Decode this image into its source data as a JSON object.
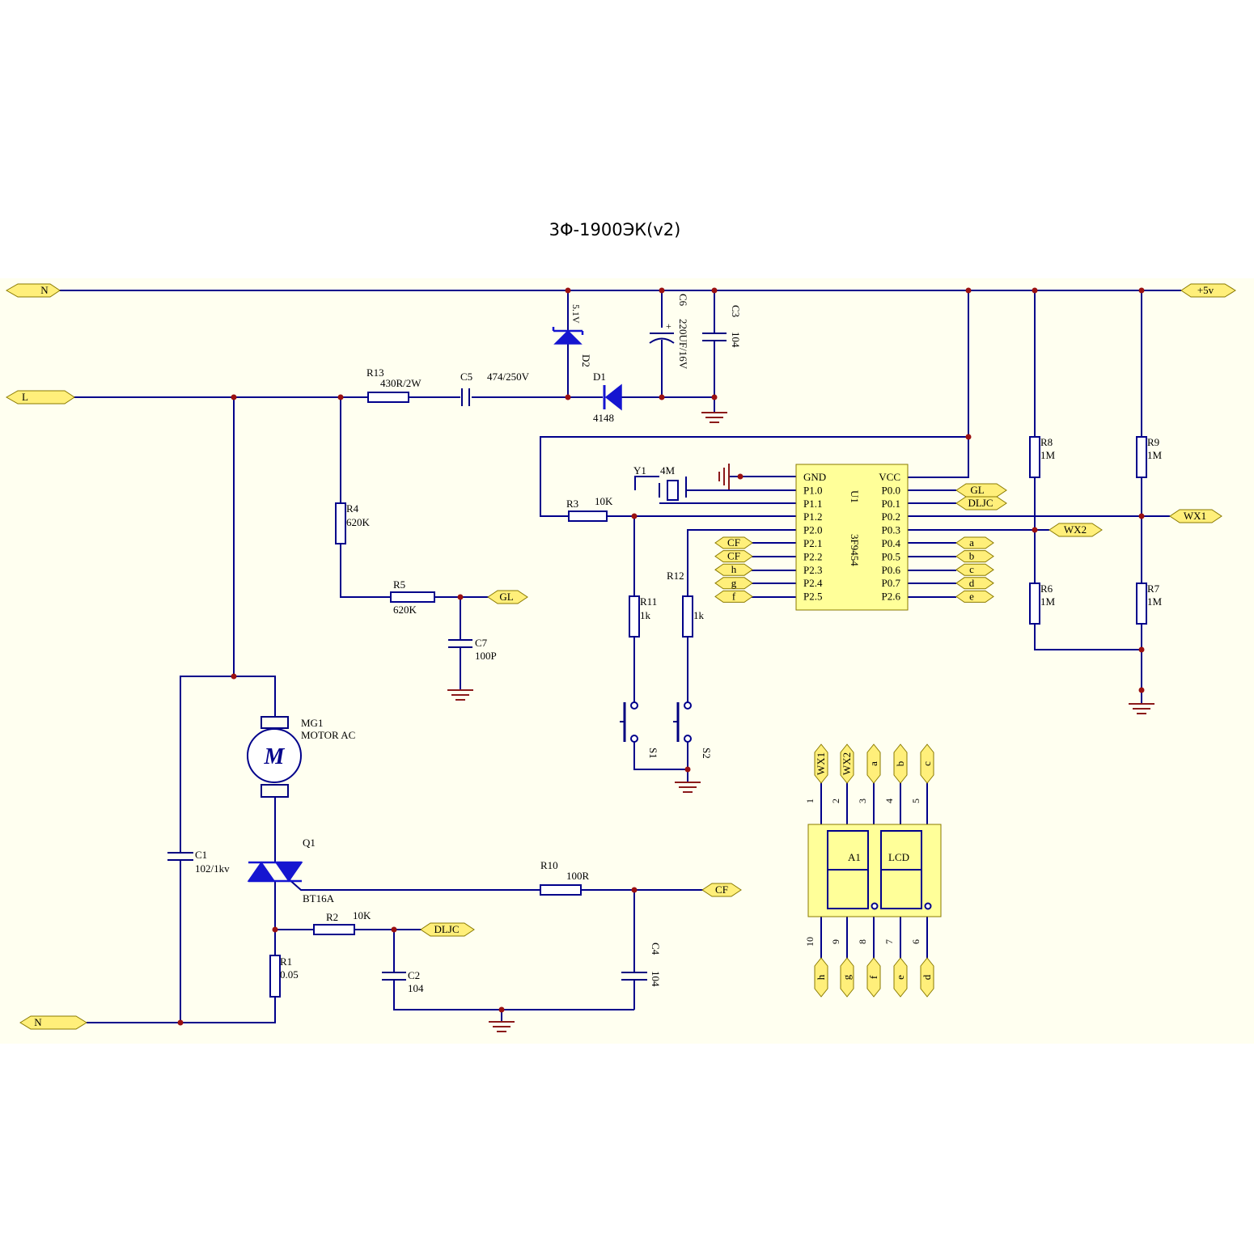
{
  "title": "3Φ-1900ЭК(v2)",
  "colors": {
    "background": "#fffff0",
    "wire": "#00008B",
    "component_fill": "#ffff99",
    "port_fill": "#ffef7a",
    "junction": "#9b1111",
    "diode": "#1515d0"
  },
  "ports": {
    "n_top": "N",
    "l": "L",
    "n_bottom": "N",
    "vcc": "+5v",
    "gl_r5": "GL",
    "wx1": "WX1",
    "wx2": "WX2",
    "gl_u1": "GL",
    "dljc_u1": "DLJC",
    "dljc_r2": "DLJC",
    "cf_r10": "CF",
    "u1_left": [
      "CF",
      "CF",
      "h",
      "g",
      "f"
    ],
    "u1_right": [
      "a",
      "b",
      "c",
      "d",
      "e"
    ],
    "lcd_top": [
      "WX1",
      "WX2",
      "a",
      "b",
      "c"
    ],
    "lcd_bottom": [
      "h",
      "g",
      "f",
      "e",
      "d"
    ]
  },
  "components": {
    "r13": {
      "ref": "R13",
      "value": "430R/2W"
    },
    "c5": {
      "ref": "C5",
      "value": "474/250V"
    },
    "d2": {
      "ref": "D2",
      "value": "5.1V"
    },
    "d1": {
      "ref": "D1",
      "value": "4148"
    },
    "c6": {
      "ref": "C6",
      "value": "220UF/16V",
      "polarity": "+"
    },
    "c3": {
      "ref": "C3",
      "value": "104"
    },
    "r4": {
      "ref": "R4",
      "value": "620K"
    },
    "r5": {
      "ref": "R5",
      "value": "620K"
    },
    "c7": {
      "ref": "C7",
      "value": "100P"
    },
    "y1": {
      "ref": "Y1",
      "value": "4M"
    },
    "r3": {
      "ref": "R3",
      "value": "10K"
    },
    "r11": {
      "ref": "R11",
      "value": "1k"
    },
    "r12": {
      "ref": "R12",
      "value": "1k"
    },
    "s1": {
      "ref": "S1"
    },
    "s2": {
      "ref": "S2"
    },
    "r8": {
      "ref": "R8",
      "value": "1M"
    },
    "r9": {
      "ref": "R9",
      "value": "1M"
    },
    "r6": {
      "ref": "R6",
      "value": "1M"
    },
    "r7": {
      "ref": "R7",
      "value": "1M"
    },
    "mg1": {
      "ref": "MG1",
      "value": "MOTOR AC",
      "symbol": "M"
    },
    "c1": {
      "ref": "C1",
      "value": "102/1kv"
    },
    "q1": {
      "ref": "Q1",
      "value": "BT16A"
    },
    "r10": {
      "ref": "R10",
      "value": "100R"
    },
    "r2": {
      "ref": "R2",
      "value": "10K"
    },
    "c2": {
      "ref": "C2",
      "value": "104"
    },
    "c4": {
      "ref": "C4",
      "value": "104"
    },
    "r1": {
      "ref": "R1",
      "value": "0.05"
    }
  },
  "u1": {
    "ref": "U1",
    "part": "3F9454",
    "left_pins": [
      "GND",
      "P1.0",
      "P1.1",
      "P1.2",
      "P2.0",
      "P2.1",
      "P2.2",
      "P2.3",
      "P2.4",
      "P2.5"
    ],
    "right_pins": [
      "VCC",
      "P0.0",
      "P0.1",
      "P0.2",
      "P0.3",
      "P0.4",
      "P0.5",
      "P0.6",
      "P0.7",
      "P2.6"
    ]
  },
  "lcd": {
    "ref": "A1",
    "label": "LCD",
    "top_pin_numbers": [
      "1",
      "2",
      "3",
      "4",
      "5"
    ],
    "bottom_pin_numbers": [
      "10",
      "9",
      "8",
      "7",
      "6"
    ]
  }
}
